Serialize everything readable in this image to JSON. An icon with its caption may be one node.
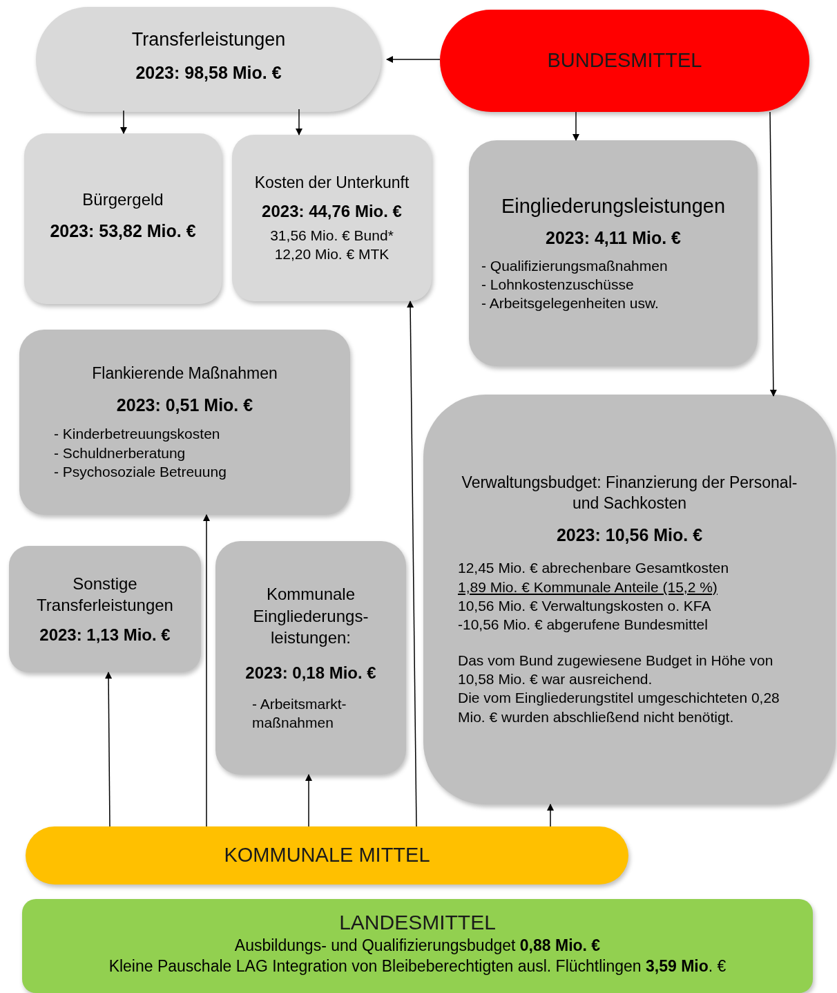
{
  "diagram": {
    "nodes": [
      {
        "text": [
          "Transferleistungen",
          "2023: 98,58 Mio. €"
        ]
      },
      {
        "text": [
          "BUNDESMITTEL"
        ]
      },
      {
        "text": [
          "Bürgergeld",
          "2023: 53,82 Mio. €"
        ]
      },
      {
        "text": [
          "Kosten der Unterkunft",
          "2023: 44,76 Mio. €",
          "31,56 Mio. € Bund*",
          "12,20 Mio. € MTK"
        ]
      },
      {
        "text": [
          "Eingliederungsleistungen",
          "2023: 4,11 Mio. €",
          "- Qualifizierungsmaßnahmen",
          "- Lohnkostenzuschüsse",
          "- Arbeitsgelegenheiten usw."
        ]
      },
      {
        "text": [
          "Flankierende Maßnahmen",
          "2023: 0,51 Mio. €",
          "- Kinderbetreuungskosten",
          "- Schuldnerberatung",
          "- Psychosoziale Betreuung"
        ]
      },
      {
        "text": [
          "Verwaltungsbudget: Finanzierung der Personal- und Sachkosten",
          "2023: 10,56 Mio. €",
          "12,45 Mio. € abrechenbare Gesamtkosten",
          "1,89 Mio. € Kommunale Anteile (15,2 %)",
          "10,56 Mio. € Verwaltungskosten o. KFA",
          "-10,56 Mio. € abgerufene Bundesmittel",
          "Das vom Bund zugewiesene Budget in Höhe von 10,58 Mio. € war ausreichend.",
          "Die vom Eingliederungstitel umgeschichteten 0,28 Mio. € wurden abschließend nicht benötigt."
        ]
      },
      {
        "text": [
          "Sonstige Transferleistungen",
          "2023: 1,13 Mio. €"
        ]
      },
      {
        "text": [
          "Kommunale Eingliederungs- leistungen:",
          "2023: 0,18 Mio. €",
          "- Arbeitsmarkt- maßnahmen"
        ]
      },
      {
        "text": [
          "KOMMUNALE MITTEL"
        ]
      },
      {
        "text": [
          "LANDESMITTEL",
          "Ausbildungs- und Qualifizierungsbudget **0,88 Mio. €**",
          "Kleine Pauschale LAG Integration von Bleibeberechtigten ausl. Flüchtlingen **3,59 Mio**. €"
        ]
      }
    ],
    "edges": [
      {
        "from": 1,
        "to": 0,
        "arrow": "to"
      },
      {
        "from": 0,
        "to": 2,
        "arrow": "to"
      },
      {
        "from": 0,
        "to": 3,
        "arrow": "to"
      },
      {
        "from": 1,
        "to": 4,
        "arrow": "to"
      },
      {
        "from": 1,
        "to": 6,
        "arrow": "to"
      },
      {
        "from": 9,
        "to": 7,
        "arrow": "to"
      },
      {
        "from": 9,
        "to": 5,
        "arrow": "to"
      },
      {
        "from": 9,
        "to": 8,
        "arrow": "to"
      },
      {
        "from": 9,
        "to": 3,
        "arrow": "to"
      },
      {
        "from": 9,
        "to": 6,
        "arrow": "to"
      }
    ]
  }
}
